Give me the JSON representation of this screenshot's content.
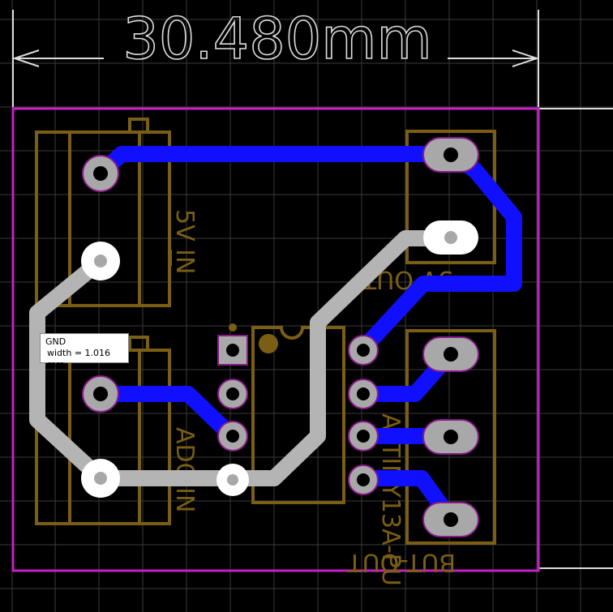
{
  "dimension": {
    "label": "30.480mm"
  },
  "labels": {
    "power_in": "5V IN",
    "adc_in": "ADC IN",
    "power_out": "5V OUT",
    "button_out": "BUT-OUT",
    "chip": "ATTINY13A-PU"
  },
  "tooltip": {
    "net": "GND",
    "width_label": "width = 1.016 mm"
  },
  "colors": {
    "background": "#000000",
    "grid": "#3a3a3a",
    "board_outline": "#c81ec8",
    "silkscreen": "#7a5e14",
    "top_copper": "#1010ff",
    "gnd_trace": "#b4b4b4",
    "pad_fill": "#a8a8a8",
    "pad_ring": "#8a1a8a",
    "dimension": "#dddddd"
  },
  "icons": [
    "via-pad-icon",
    "pin1-marker-icon"
  ]
}
